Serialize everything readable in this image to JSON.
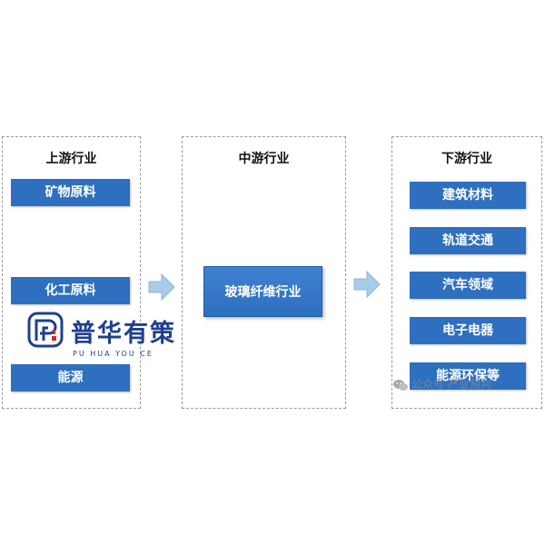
{
  "upstream": {
    "title": "上游行业",
    "items": [
      "矿物原料",
      "化工原料",
      "能源"
    ]
  },
  "midstream": {
    "title": "中游行业",
    "item": "玻璃纤维行业"
  },
  "downstream": {
    "title": "下游行业",
    "items": [
      "建筑材料",
      "轨道交通",
      "汽车领域",
      "电子电器",
      "能源环保等"
    ]
  },
  "logo": {
    "name": "普华有策",
    "subtitle": "PU HUA YOU CE"
  },
  "watermark": {
    "text": "公众号·产业预判",
    "icon": "wechat-icon"
  },
  "colors": {
    "box_blue": "#2e6fc0",
    "arrow_blue": "#a9cbea",
    "logo_blue": "#1f3f8e"
  }
}
